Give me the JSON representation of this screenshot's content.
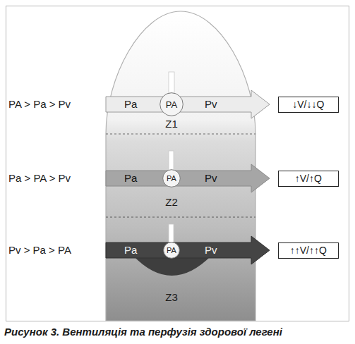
{
  "diagram": {
    "caption": "Рисунок 3. Вентиляція та перфузія здорової легені",
    "nodes": [
      {
        "text": [
          "Pa",
          "Pv"
        ]
      },
      {
        "text": [
          "PA"
        ],
        "in": 0
      },
      {
        "text": [
          "↓V/↓↓Q"
        ]
      },
      {
        "text": [
          "Pa",
          "Pv"
        ]
      },
      {
        "text": [
          "PA"
        ],
        "in": 3
      },
      {
        "text": [
          "↑V/↑Q"
        ]
      },
      {
        "text": [
          "Pa",
          "Pv"
        ]
      },
      {
        "text": [
          "PA"
        ],
        "in": 6
      },
      {
        "text": [
          "↑↑V/↑↑Q"
        ]
      }
    ],
    "labels": [
      "PA > Pa > Pv",
      "Z1",
      "Pa > PA > Pv",
      "Z2",
      "Pv > Pa > PA",
      "Z3"
    ]
  }
}
